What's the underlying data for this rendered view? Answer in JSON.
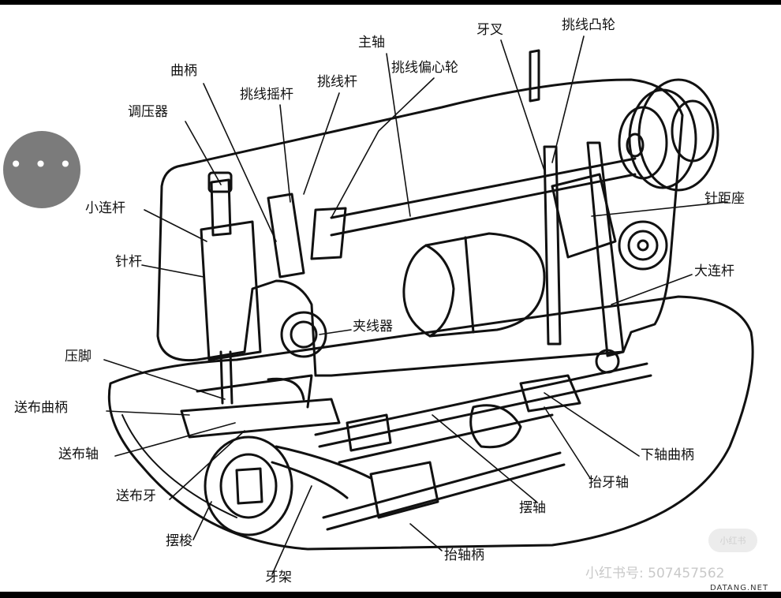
{
  "labels": {
    "zhuzhou": "主轴",
    "yacha": "牙叉",
    "tiaoxian_tulun": "挑线凸轮",
    "qubing": "曲柄",
    "tiaoxian_piancuilun": "挑线偏心轮",
    "tiaoxian_yaogan": "挑线摇杆",
    "tiaoxiangan": "挑线杆",
    "tiaoyaqi": "调压器",
    "xiaoliangan": "小连杆",
    "zhenjuzuo": "针距座",
    "zhengan": "针杆",
    "daliangan": "大连杆",
    "jiaxianqi": "夹线器",
    "yajiao": "压脚",
    "songbu_qubing": "送布曲柄",
    "songbuzhou": "送布轴",
    "xiazhou_qubing": "下轴曲柄",
    "songbuya": "送布牙",
    "taiyazhou": "抬牙轴",
    "baizhou": "摆轴",
    "baisuo": "摆梭",
    "taizhoubing": "抬轴柄",
    "yajia": "牙架"
  },
  "overlay": {
    "more_button": "• • •",
    "watermark": "小红书号: 507457562",
    "site_mark": "DATANG.NET",
    "badge": "小红书"
  }
}
